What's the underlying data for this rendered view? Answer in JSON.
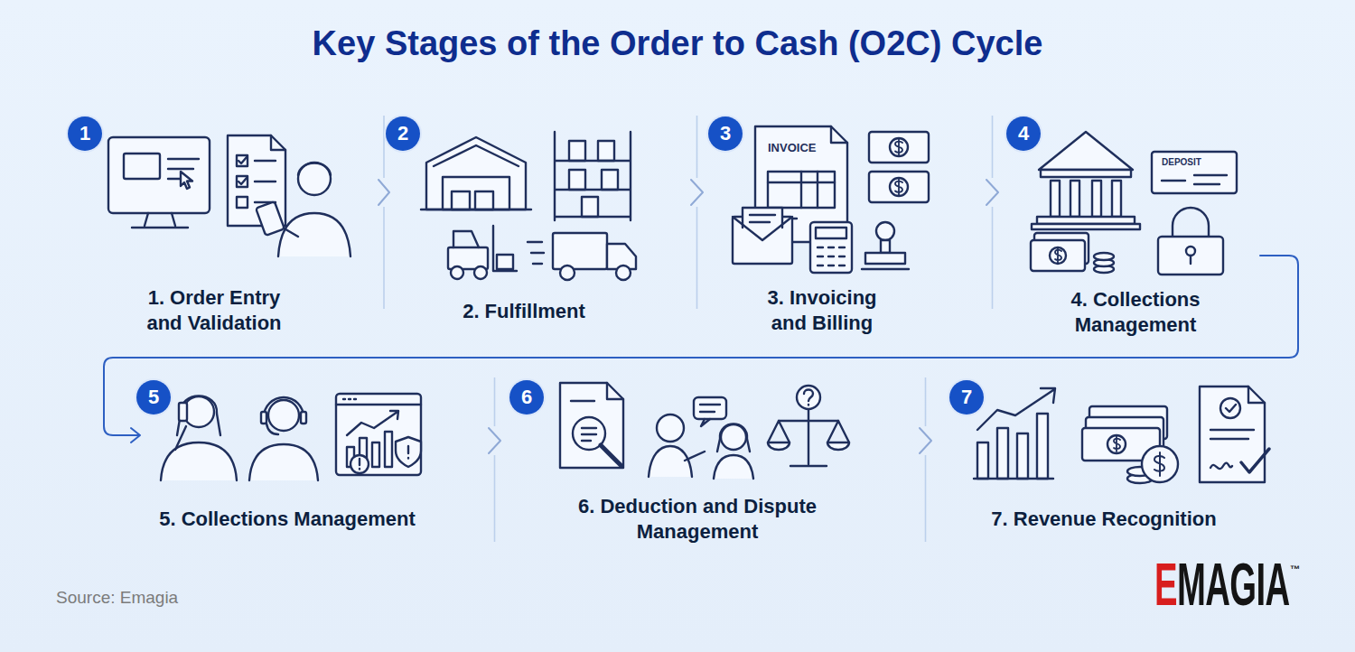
{
  "diagram": {
    "title": "Key Stages of the Order to Cash (O2C) Cycle",
    "caption": "Source: Emagia",
    "nodes": [
      {
        "text": [
          "1. Order Entry and Validation"
        ]
      },
      {
        "text": [
          "1"
        ],
        "in": 0
      },
      {
        "text": [
          "2. Fulfillment"
        ]
      },
      {
        "text": [
          "2"
        ],
        "in": 2
      },
      {
        "text": [
          "3. Invoicing and Billing"
        ]
      },
      {
        "text": [
          "3"
        ],
        "in": 4
      },
      {
        "text": [
          "4. Collections Management"
        ]
      },
      {
        "text": [
          "4"
        ],
        "in": 6
      },
      {
        "text": [
          "5. Collections Management"
        ]
      },
      {
        "text": [
          "5"
        ],
        "in": 8
      },
      {
        "text": [
          "6. Deduction and Dispute Management"
        ]
      },
      {
        "text": [
          "6"
        ],
        "in": 10
      },
      {
        "text": [
          "7. Revenue Recognition"
        ]
      },
      {
        "text": [
          "7"
        ],
        "in": 12
      }
    ],
    "edges": [
      {
        "from": 0,
        "to": 2,
        "arrow": "to"
      },
      {
        "from": 2,
        "to": 4,
        "arrow": "to"
      },
      {
        "from": 4,
        "to": 6,
        "arrow": "to"
      },
      {
        "from": 6,
        "to": 8,
        "arrow": "to"
      },
      {
        "from": 8,
        "to": 10,
        "arrow": "to"
      },
      {
        "from": 10,
        "to": 12,
        "arrow": "to"
      }
    ],
    "labels": [
      "INVOICE",
      "DEPOSIT",
      "EMAGIA",
      "™"
    ]
  }
}
